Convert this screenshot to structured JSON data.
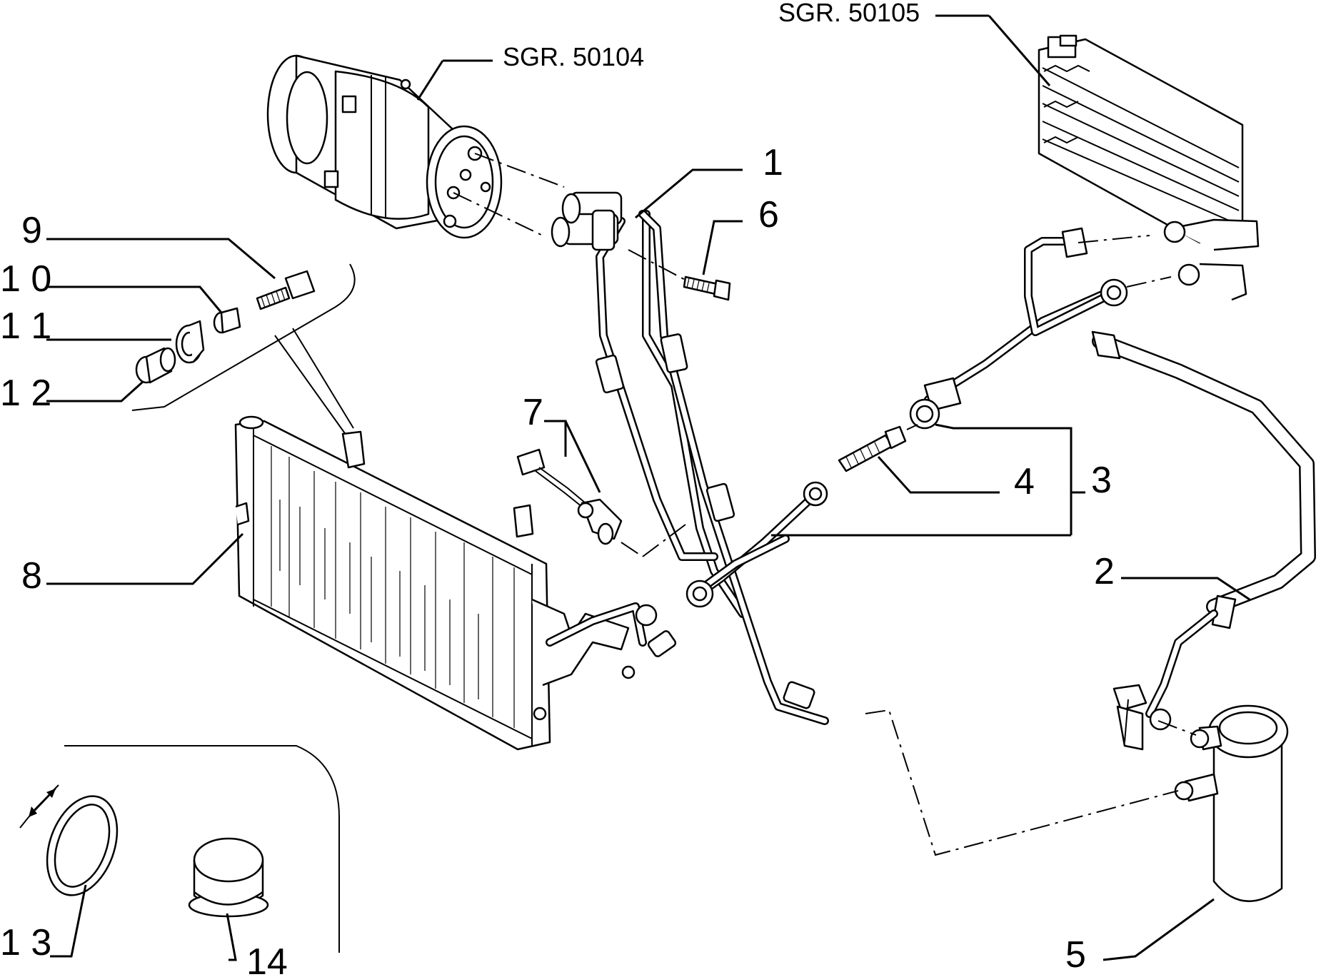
{
  "labels": {
    "sgr_compressor": "SGR. 50104",
    "sgr_evaporator": "SGR. 50105",
    "n1": "1",
    "n2": "2",
    "n3": "3",
    "n4": "4",
    "n5": "5",
    "n6": "6",
    "n7": "7",
    "n8": "8",
    "n9": "9",
    "n10": "1 0",
    "n11": "1 1",
    "n12": "1 2",
    "n13": "1 3",
    "n14": "14"
  }
}
